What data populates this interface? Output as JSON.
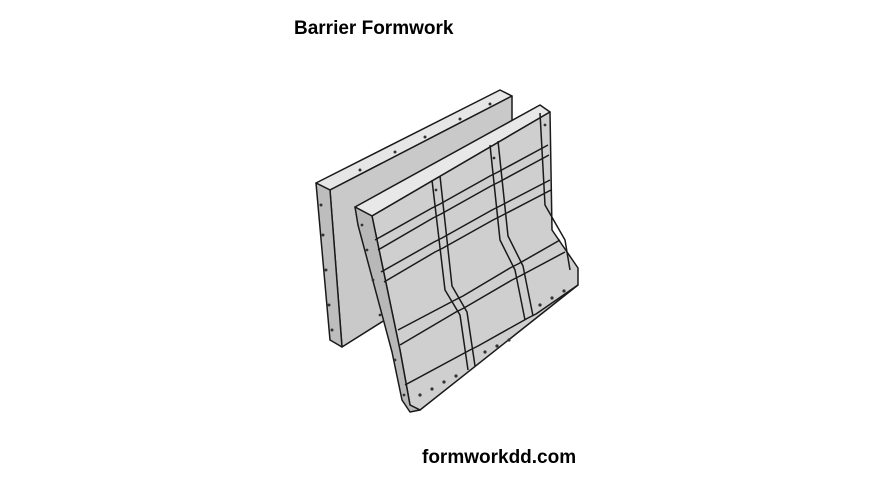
{
  "title": "Barrier Formwork",
  "website": "formworkdd.com",
  "illustration": {
    "subject": "barrier-formwork-drawing",
    "fill": "#d4d4d4",
    "stroke": "#1a1a1a"
  }
}
